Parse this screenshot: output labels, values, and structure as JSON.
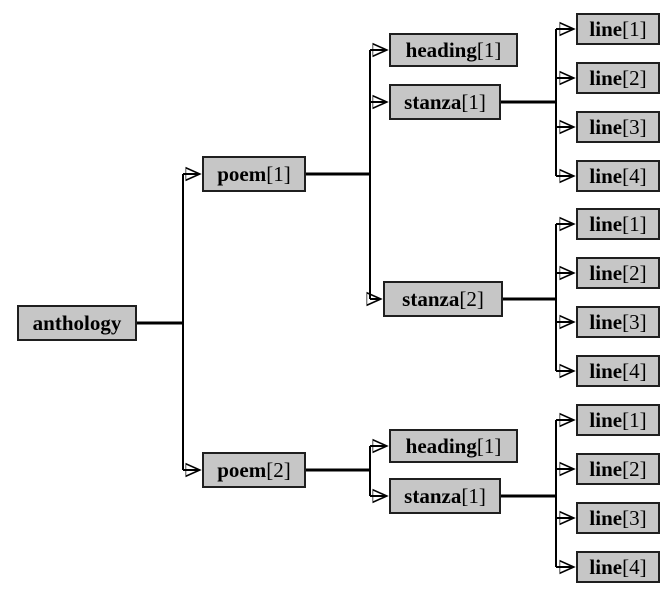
{
  "diagram": {
    "background_color": "#ffffff",
    "node_fill_color": "#c6c6c6",
    "node_border_color": "#1f1f1f",
    "connector_color": "#000000",
    "tree": {
      "root": {
        "name": "anthology",
        "index": ""
      },
      "poems": [
        {
          "name": "poem",
          "index": "[1]",
          "heading": {
            "name": "heading",
            "index": "[1]"
          },
          "stanzas": [
            {
              "name": "stanza",
              "index": "[1]",
              "lines": [
                {
                  "name": "line",
                  "index": "[1]"
                },
                {
                  "name": "line",
                  "index": "[2]"
                },
                {
                  "name": "line",
                  "index": "[3]"
                },
                {
                  "name": "line",
                  "index": "[4]"
                }
              ]
            },
            {
              "name": "stanza",
              "index": "[2]",
              "lines": [
                {
                  "name": "line",
                  "index": "[1]"
                },
                {
                  "name": "line",
                  "index": "[2]"
                },
                {
                  "name": "line",
                  "index": "[3]"
                },
                {
                  "name": "line",
                  "index": "[4]"
                }
              ]
            }
          ]
        },
        {
          "name": "poem",
          "index": "[2]",
          "heading": {
            "name": "heading",
            "index": "[1]"
          },
          "stanzas": [
            {
              "name": "stanza",
              "index": "[1]",
              "lines": [
                {
                  "name": "line",
                  "index": "[1]"
                },
                {
                  "name": "line",
                  "index": "[2]"
                },
                {
                  "name": "line",
                  "index": "[3]"
                },
                {
                  "name": "line",
                  "index": "[4]"
                }
              ]
            }
          ]
        }
      ]
    }
  }
}
